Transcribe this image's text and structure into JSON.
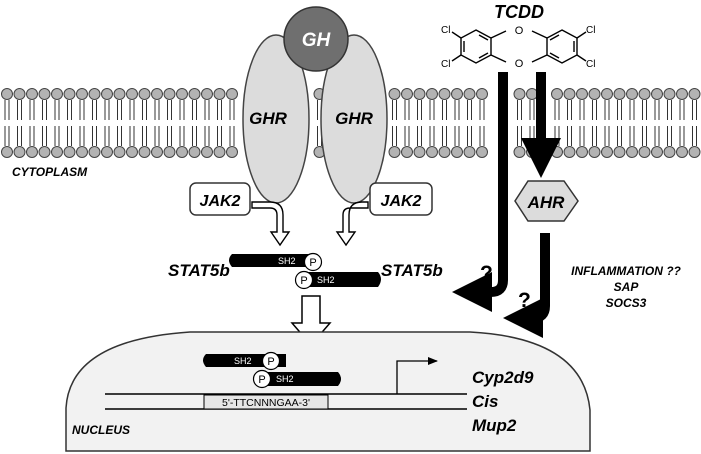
{
  "labels": {
    "gh": "GH",
    "ghr_left": "GHR",
    "ghr_right": "GHR",
    "tcdd": "TCDD",
    "cytoplasm": "CYTOPLASM",
    "jak2_left": "JAK2",
    "jak2_right": "JAK2",
    "ahr": "AHR",
    "stat5b_left": "STAT5b",
    "stat5b_right": "STAT5b",
    "sh2": "SH2",
    "p": "P",
    "question": "?",
    "effects": [
      "INFLAMMATION ??",
      "SAP",
      "SOCS3"
    ],
    "nucleus": "NUCLEUS",
    "promoter": "5'-TTCNNNGAA-3'",
    "genes": [
      "Cyp2d9",
      "Cis",
      "Mup2"
    ],
    "cl": "Cl"
  },
  "colors": {
    "gh_fill": "#6f6f6f",
    "receptor_fill": "#dcdcdc",
    "lipid_head": "#b3b3b3",
    "nucleus_fill": "#f2f2f2",
    "stat_fill": "#000000"
  }
}
